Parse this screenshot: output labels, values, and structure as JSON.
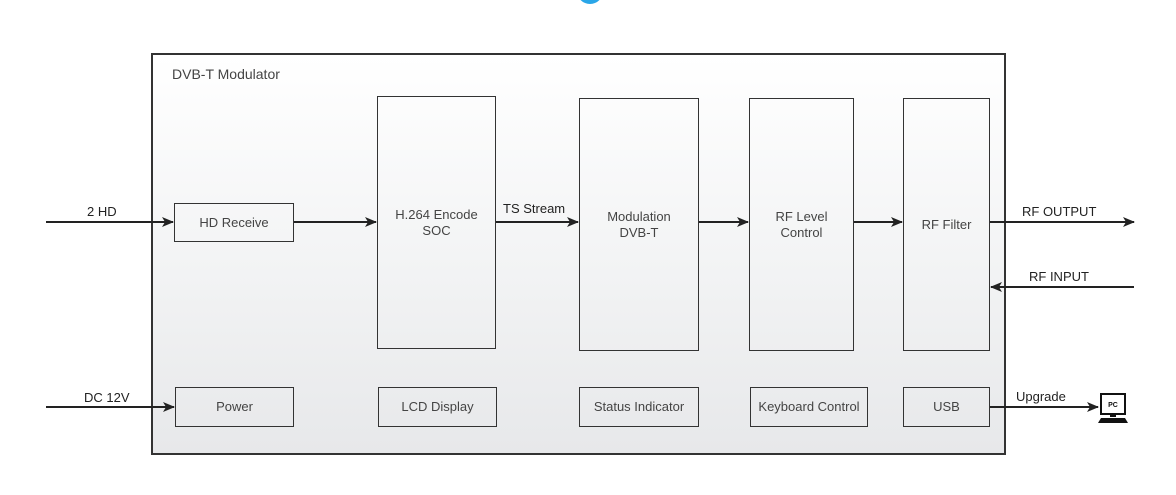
{
  "diagram": {
    "title": "DVB-T Modulator",
    "blocks": {
      "hd_receive": "HD Receive",
      "h264_encode": "H.264 Encode\nSOC",
      "modulation": "Modulation\nDVB-T",
      "rf_level": "RF Level\nControl",
      "rf_filter": "RF Filter",
      "power": "Power",
      "lcd_display": "LCD Display",
      "status_indicator": "Status Indicator",
      "keyboard_control": "Keyboard Control",
      "usb": "USB"
    },
    "labels": {
      "input_hd": "2  HD",
      "ts_stream": "TS Stream",
      "rf_output": "RF OUTPUT",
      "rf_input": "RF INPUT",
      "dc_input": "DC 12V",
      "upgrade": "Upgrade",
      "pc": "PC"
    },
    "colors": {
      "line": "#222222",
      "accent": "#2aa6e8"
    }
  }
}
